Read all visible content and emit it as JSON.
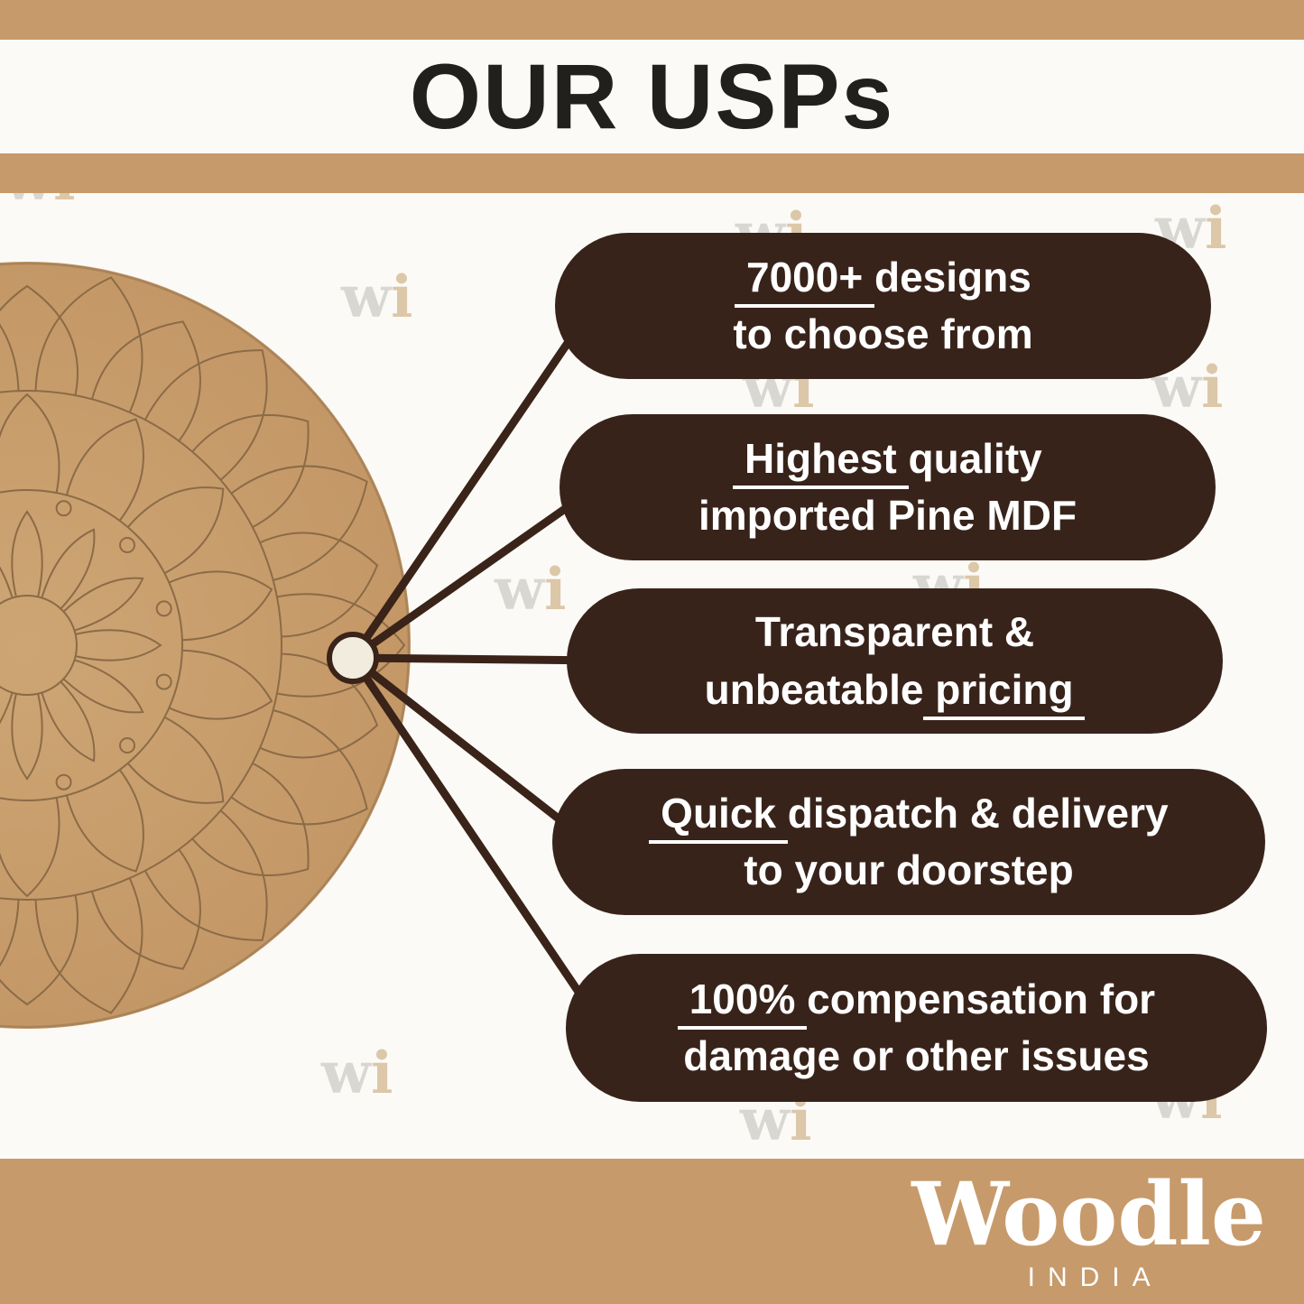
{
  "header": {
    "title": "OUR USPs"
  },
  "usps": [
    {
      "lines": [
        {
          "segments": [
            {
              "text": " 7000+ ",
              "underline": true
            },
            {
              "text": "designs",
              "underline": false
            }
          ]
        },
        {
          "segments": [
            {
              "text": "to choose from",
              "underline": false
            }
          ]
        }
      ]
    },
    {
      "lines": [
        {
          "segments": [
            {
              "text": " Highest ",
              "underline": true
            },
            {
              "text": "quality",
              "underline": false
            }
          ]
        },
        {
          "segments": [
            {
              "text": "imported Pine MDF",
              "underline": false
            }
          ]
        }
      ]
    },
    {
      "lines": [
        {
          "segments": [
            {
              "text": "Transparent &",
              "underline": false
            }
          ]
        },
        {
          "segments": [
            {
              "text": "unbeatable",
              "underline": false
            },
            {
              "text": " pricing ",
              "underline": true
            }
          ]
        }
      ]
    },
    {
      "lines": [
        {
          "segments": [
            {
              "text": " Quick ",
              "underline": true
            },
            {
              "text": "dispatch & delivery",
              "underline": false
            }
          ]
        },
        {
          "segments": [
            {
              "text": "to your doorstep",
              "underline": false
            }
          ]
        }
      ]
    },
    {
      "lines": [
        {
          "segments": [
            {
              "text": " 100% ",
              "underline": true
            },
            {
              "text": "compensation for",
              "underline": false
            }
          ]
        },
        {
          "segments": [
            {
              "text": "damage or other issues",
              "underline": false
            }
          ]
        }
      ]
    }
  ],
  "watermark": {
    "w": "w",
    "i": "i"
  },
  "logo": {
    "brand": "Woodle",
    "country": "INDIA"
  },
  "colors": {
    "tan": "#C79A6B",
    "pill_brown": "#38231A",
    "board_tan": "#C9A06F",
    "board_line": "#8B6B47",
    "title_dark": "#22201D",
    "background": "#FBFAF6",
    "hub_cream": "#F2ECDF"
  }
}
